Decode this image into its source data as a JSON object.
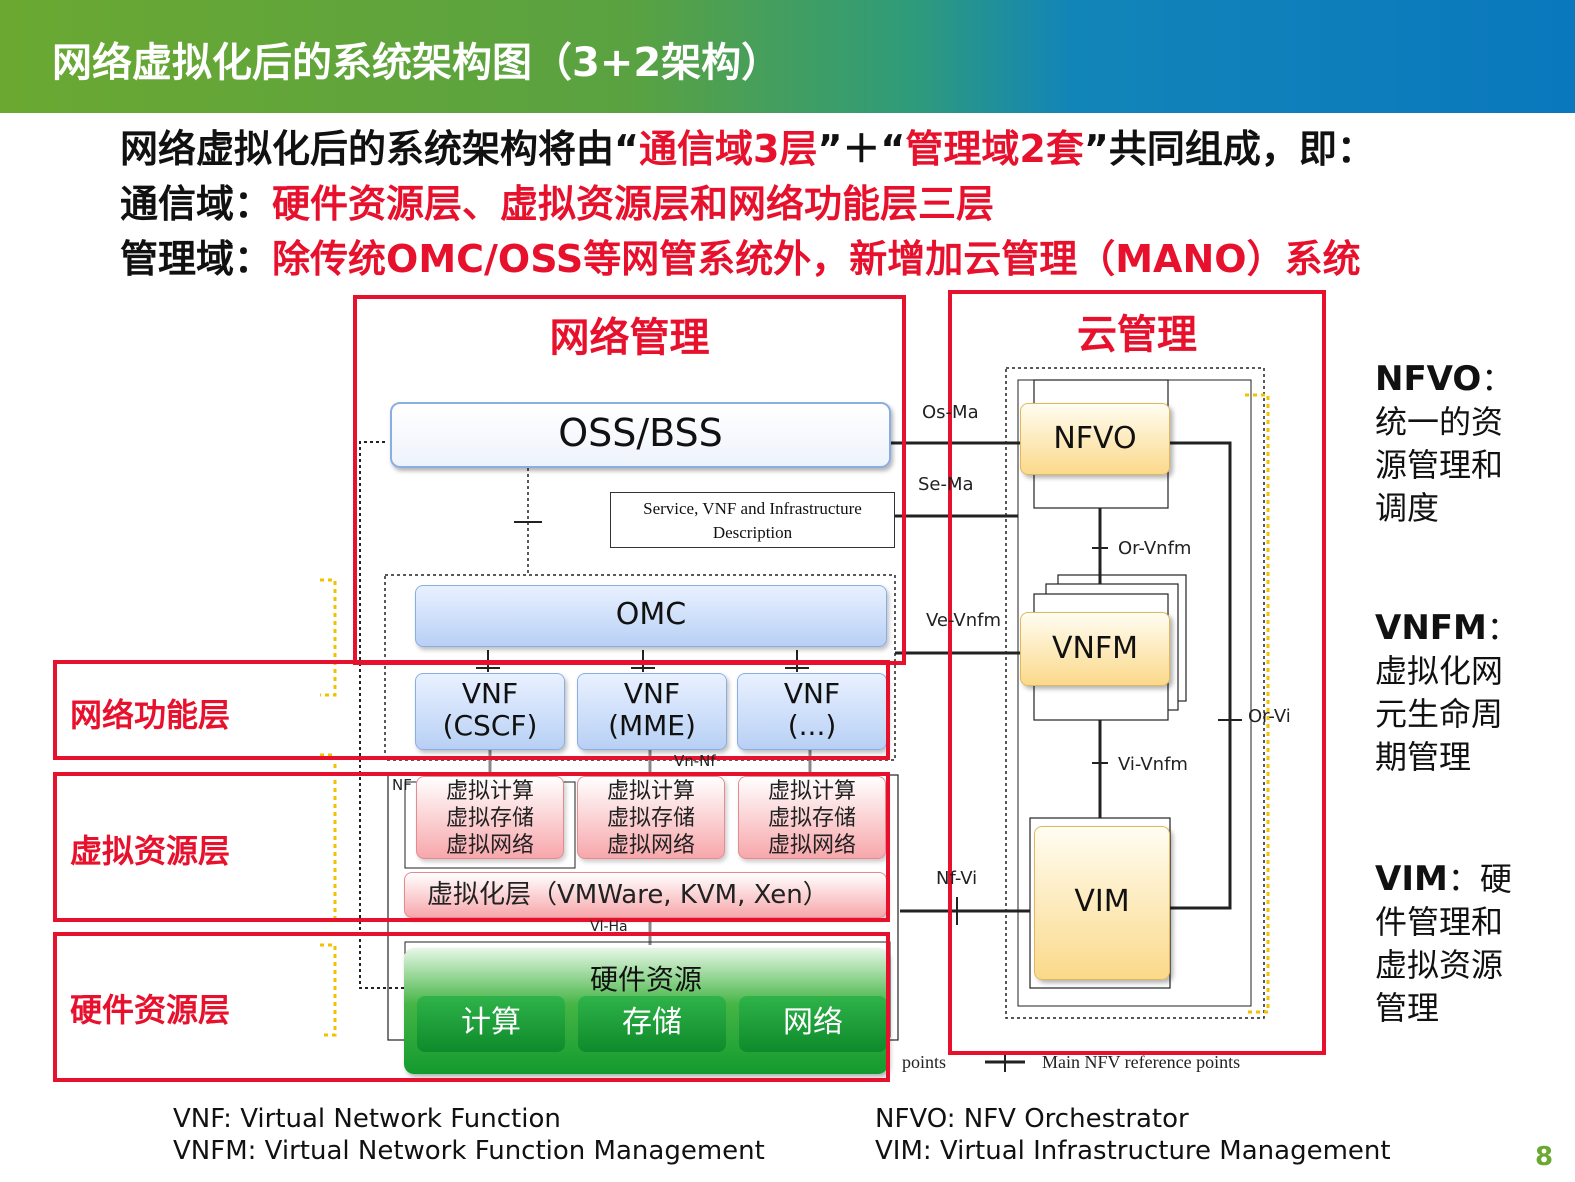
{
  "header": {
    "title": "网络虚拟化后的系统架构图（3+2架构）"
  },
  "intro": {
    "line1": {
      "a": "网络虚拟化后的系统架构将由“",
      "b": "通信域3层",
      "c": "”＋“",
      "d": "管理域2套",
      "e": "”共同组成，即："
    },
    "line2": {
      "a": "通信域：",
      "b": "硬件资源层、虚拟资源层和网络功能层三层"
    },
    "line3": {
      "a": "管理域：",
      "b": "除传统OMC/OSS等网管系统外，新增加云管理（MANO）系统"
    }
  },
  "network_mgmt": {
    "title": "网络管理",
    "oss": "OSS/BSS",
    "service_desc": "Service, VNF and Infrastructure Description",
    "omc": "OMC"
  },
  "cloud_mgmt": {
    "title": "云管理",
    "nfvo": "NFVO",
    "vnfm": "VNFM",
    "vim": "VIM"
  },
  "layers": {
    "nf": "网络功能层",
    "vr": "虚拟资源层",
    "hw": "硬件资源层"
  },
  "vnfs": [
    {
      "line1": "VNF",
      "line2": "(CSCF)"
    },
    {
      "line1": "VNF",
      "line2": "(MME)"
    },
    {
      "line1": "VNF",
      "line2": "(...)"
    }
  ],
  "virtual_resources": [
    "虚拟计算",
    "虚拟存储",
    "虚拟网络"
  ],
  "virtualization_layer": "虚拟化层（VMWare, KVM, Xen）",
  "hardware": {
    "title": "硬件资源",
    "items": [
      "计算",
      "存储",
      "网络"
    ]
  },
  "reference_points": {
    "os_ma": "Os-Ma",
    "se_ma": "Se-Ma",
    "or_vnfm": "Or-Vnfm",
    "ve_vnfm": "Ve-Vnfm",
    "vi_vnfm": "Vi-Vnfm",
    "or_vi": "Or-Vi",
    "nf_vi": "Nf-Vi",
    "vn_nf": "Vn-Nf",
    "vl_ha": "Vl-Ha",
    "nf": "NF",
    "points": "points",
    "main_ref": "Main NFV reference points"
  },
  "descriptions": {
    "nfvo": {
      "term": "NFVO",
      "text": "：统一的资源管理和调度"
    },
    "vnfm": {
      "term": "VNFM",
      "text": "：虚拟化网元生命周期管理"
    },
    "vim": {
      "term": "VIM",
      "text": "：硬件管理和虚拟资源管理"
    }
  },
  "footnotes": {
    "vnf": "VNF: Virtual Network Function",
    "vnfm": "VNFM: Virtual Network Function Management",
    "nfvo": "NFVO: NFV Orchestrator",
    "vim": "VIM: Virtual Infrastructure Management"
  },
  "page_number": "8",
  "colors": {
    "accent_red": "#e8112d",
    "banner_green": "#6aa832",
    "banner_blue": "#0a78bd"
  }
}
